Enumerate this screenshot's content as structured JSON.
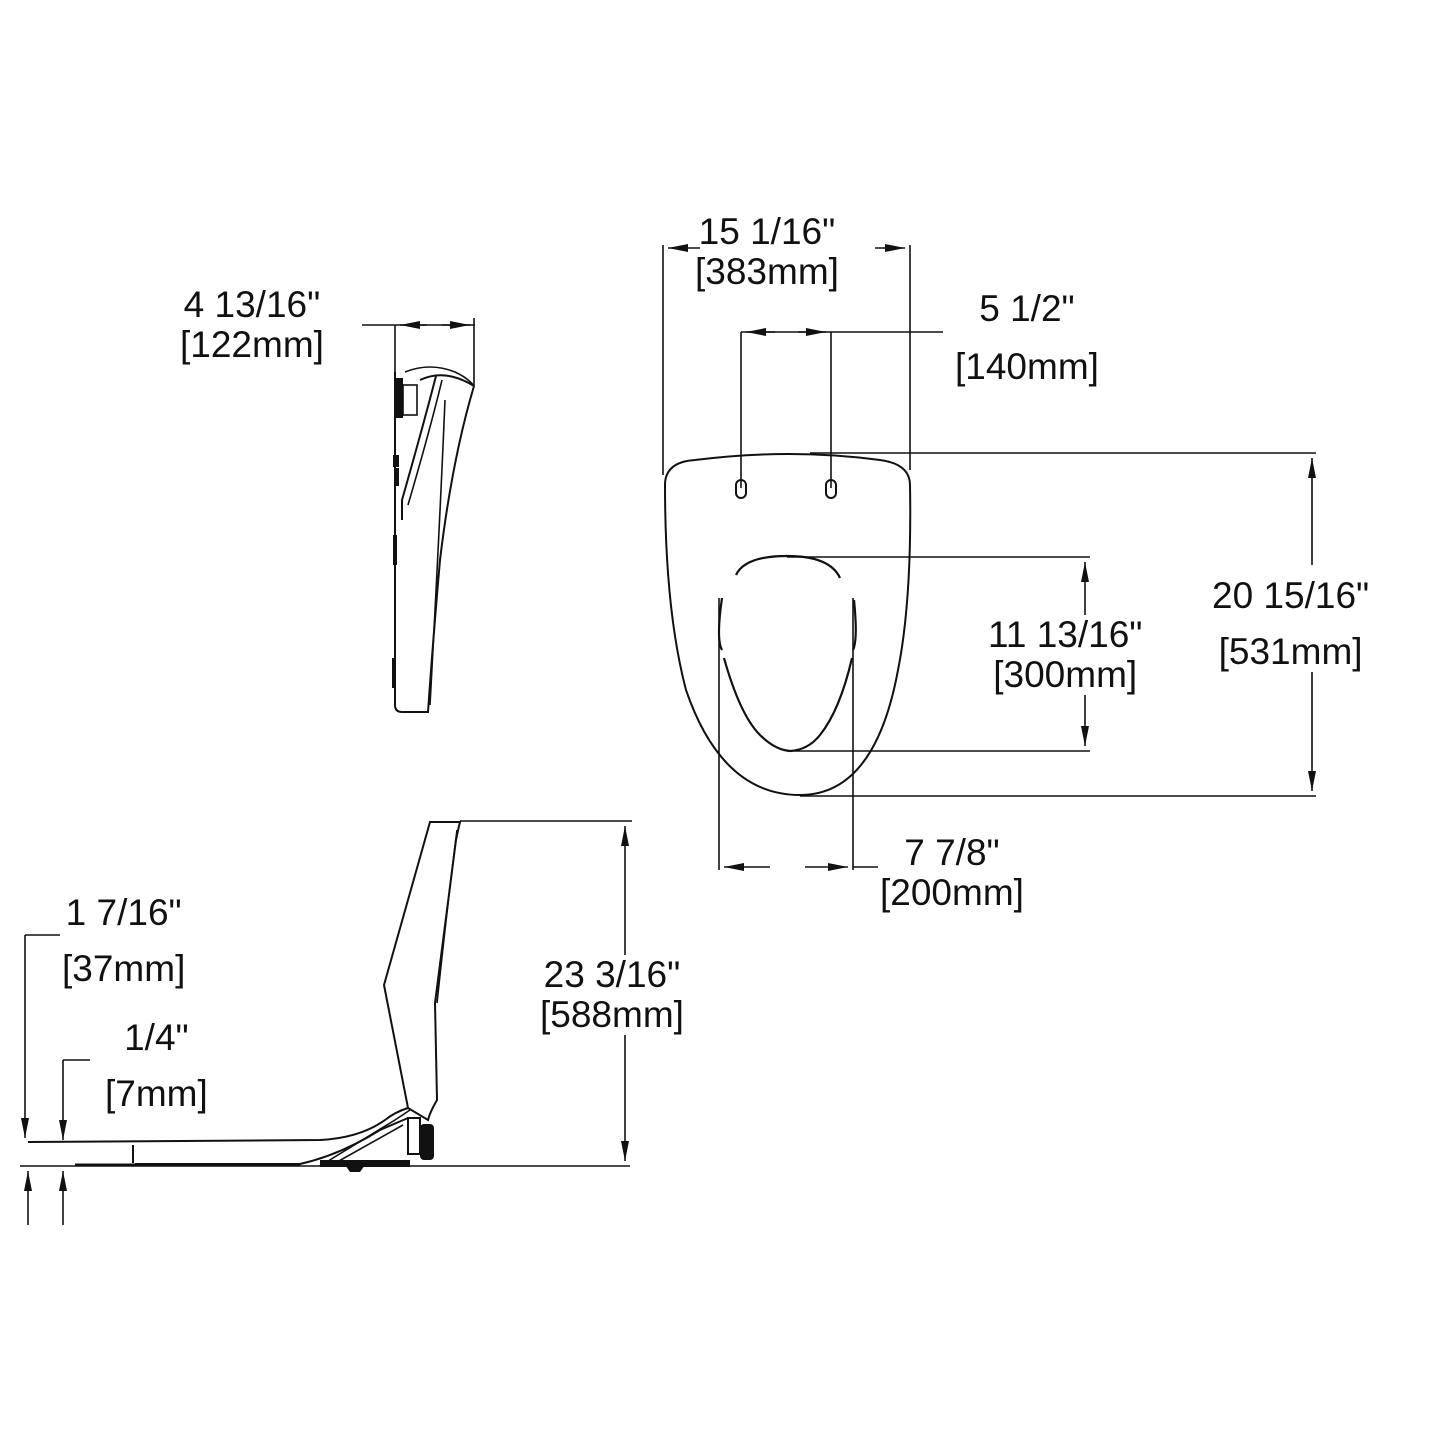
{
  "drawing": {
    "subject": "toilet seat dimension drawing",
    "line_color": "#111111",
    "background": "#ffffff"
  },
  "dimensions": {
    "side_depth": {
      "imperial": "4 13/16\"",
      "metric": "[122mm]"
    },
    "overall_width": {
      "imperial": "15 1/16\"",
      "metric": "[383mm]"
    },
    "mount_hole_spacing": {
      "imperial": "5 1/2\"",
      "metric": "[140mm]"
    },
    "overall_length": {
      "imperial": "20 15/16\"",
      "metric": "[531mm]"
    },
    "opening_length": {
      "imperial": "11 13/16\"",
      "metric": "[300mm]"
    },
    "opening_width": {
      "imperial": "7 7/8\"",
      "metric": "[200mm]"
    },
    "seat_height": {
      "imperial": "1 7/16\"",
      "metric": "[37mm]"
    },
    "bumper_height": {
      "imperial": "1/4\"",
      "metric": "[7mm]"
    },
    "lid_open_height": {
      "imperial": "23 3/16\"",
      "metric": "[588mm]"
    }
  }
}
